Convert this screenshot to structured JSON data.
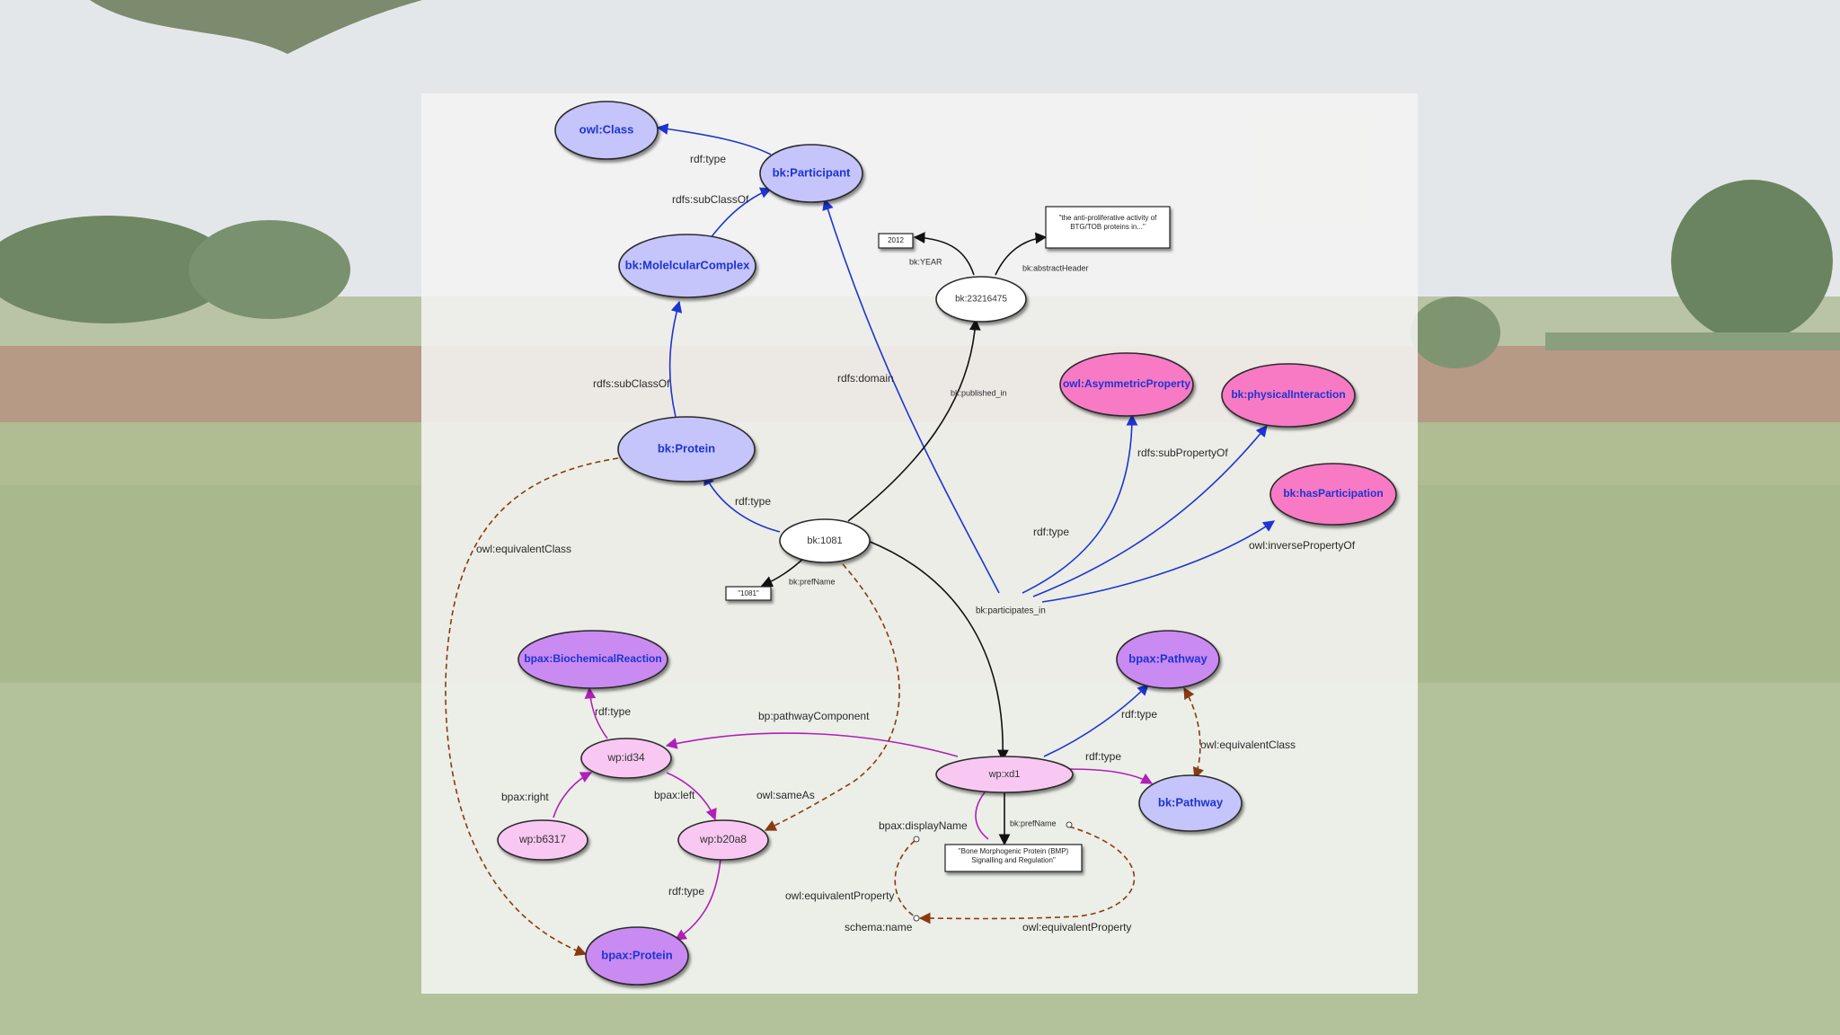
{
  "colors": {
    "sky": "#dfe3e6",
    "field_green": "#9fb07e",
    "soil": "#a07a5c",
    "blue_node": "#c5c4fb",
    "pink_node": "#f879c4",
    "violet_node": "#c98af2",
    "light_pink_node": "#f8c8f2",
    "white_node": "#ffffff",
    "blue_text": "#1f34d0",
    "blue_edge": "#1f34d0",
    "purple_edge": "#b020b8",
    "brown_edge": "#8a3a10",
    "black_edge": "#111111"
  },
  "nodes": {
    "owl_class": "owl:Class",
    "bk_participant": "bk:Participant",
    "bk_molecular_complex": "bk:MolelcularComplex",
    "bk_protein": "bk:Protein",
    "bk_publication": "bk:23216475",
    "bk_1081": "bk:1081",
    "owl_asymmetric": "owl:AsymmetricProperty",
    "bk_physical_interaction": "bk:physicalInteraction",
    "bk_has_participation": "bk:hasParticipation",
    "bpax_biochemical_reaction": "bpax:BiochemicalReaction",
    "bpax_pathway": "bpax:Pathway",
    "wp_id34": "wp:id34",
    "wp_wpx": "wp:xd1",
    "bk_pathway": "bk:Pathway",
    "wp_b6317": "wp:b6317",
    "wp_b20a8": "wp:b20a8",
    "bpax_protein": "bpax:Protein"
  },
  "literals": {
    "year": "2012",
    "abstract": "\"the anti-proliferative activity of BTG/TOB proteins in...\"",
    "pref_name_1081": "\"1081\"",
    "display_name": "\"Bone Morphogenic Protein (BMP) Signalling and Regulation\""
  },
  "edges": {
    "e1": "rdf:type",
    "e2": "rdfs:subClassOf",
    "e3": "rdfs:subClassOf",
    "e4": "rdfs:domain",
    "e5": "bk:YEAR",
    "e6": "bk:abstractHeader",
    "e7": "bk:published_in",
    "e8": "rdfs:subPropertyOf",
    "e9": "rdf:type",
    "e10": "owl:inversePropertyOf",
    "e11": "rdf:type",
    "e12": "owl:equivalentClass",
    "e13": "bk:prefName",
    "e14": "bk:participates_in",
    "e15": "rdf:type",
    "e16": "bp:pathwayComponent",
    "e17": "rdf:type",
    "e18": "rdf:type",
    "e19": "owl:equivalentClass",
    "e20": "bpax:right",
    "e21": "bpax:left",
    "e22": "owl:sameAs",
    "e23": "bpax:displayName",
    "e24": "bk:prefName",
    "e25": "rdf:type",
    "e26": "owl:equivalentProperty",
    "e27": "schema:name",
    "e28": "owl:equivalentProperty"
  }
}
